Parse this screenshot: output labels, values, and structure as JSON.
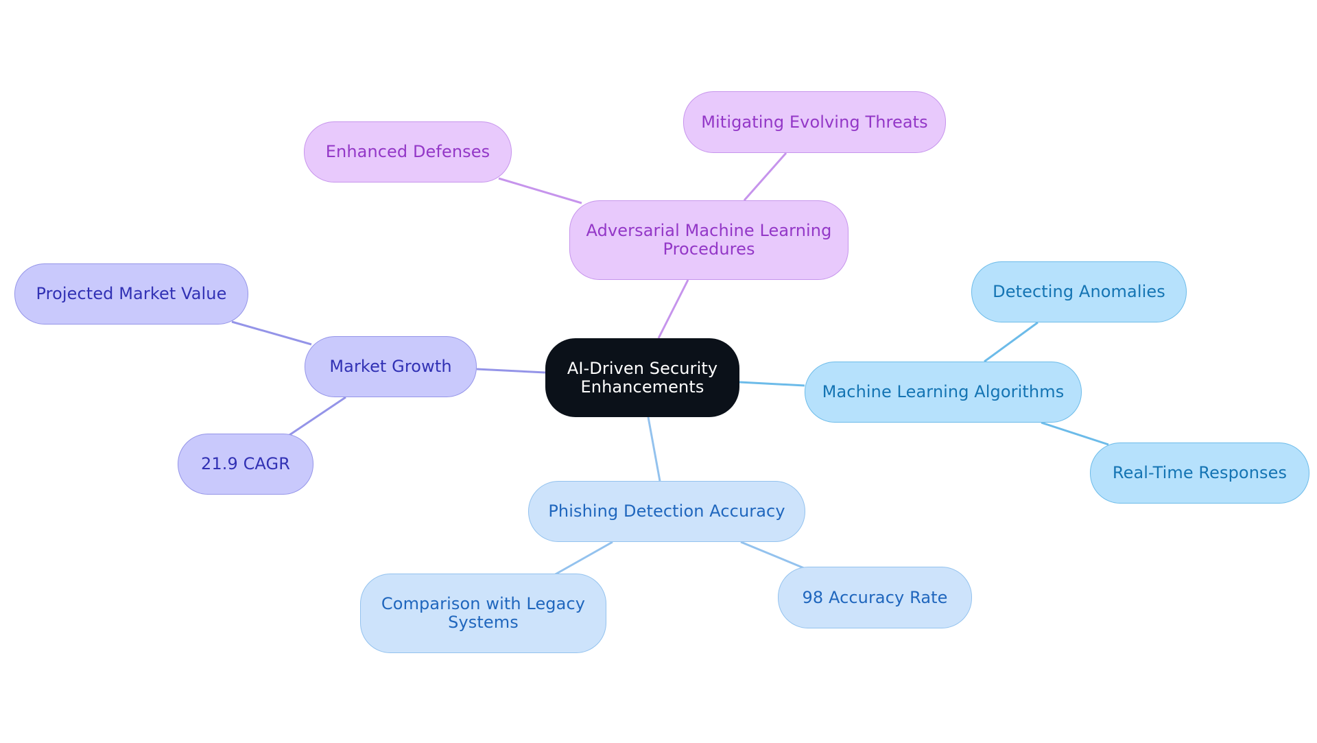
{
  "diagram": {
    "type": "mind-map",
    "colors": {
      "root": "#0b1119",
      "purple_branch": "#c694ec",
      "indigo_branch": "#9494e8",
      "sky_branch": "#6cbbe9",
      "pale_branch": "#93c2ee"
    },
    "root": {
      "lines": [
        "AI-Driven Security",
        "Enhancements"
      ]
    },
    "branches": {
      "adversarial": {
        "lines": [
          "Adversarial Machine Learning",
          "Procedures"
        ],
        "children": {
          "enhanced_defenses": {
            "lines": [
              "Enhanced Defenses"
            ]
          },
          "mitigating_threats": {
            "lines": [
              "Mitigating Evolving Threats"
            ]
          }
        }
      },
      "market_growth": {
        "lines": [
          "Market Growth"
        ],
        "children": {
          "projected_value": {
            "lines": [
              "Projected Market Value"
            ]
          },
          "cagr": {
            "lines": [
              "21.9 CAGR"
            ]
          }
        }
      },
      "ml_algorithms": {
        "lines": [
          "Machine Learning Algorithms"
        ],
        "children": {
          "anomalies": {
            "lines": [
              "Detecting Anomalies"
            ]
          },
          "real_time": {
            "lines": [
              "Real-Time Responses"
            ]
          }
        }
      },
      "phishing": {
        "lines": [
          "Phishing Detection Accuracy"
        ],
        "children": {
          "legacy": {
            "lines": [
              "Comparison with Legacy",
              "Systems"
            ]
          },
          "accuracy_rate": {
            "lines": [
              "98 Accuracy Rate"
            ]
          }
        }
      }
    }
  }
}
